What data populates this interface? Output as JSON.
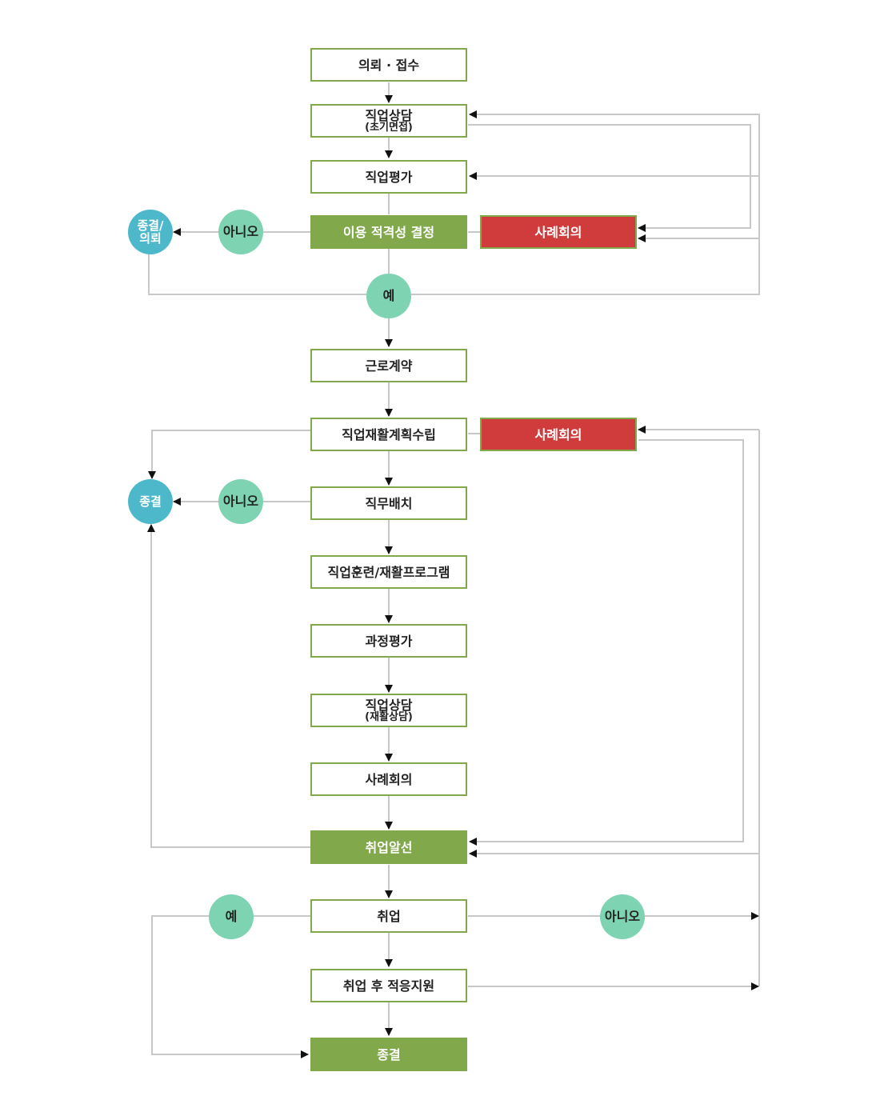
{
  "colors": {
    "box_border": "#82a84c",
    "decision_fill": "#82a84c",
    "case_conference_fill": "#d03c3c",
    "branch_circle": "#7dd3b2",
    "terminal_circle": "#4cb8c9",
    "connector": "#c8c8c8",
    "arrow": "#111111"
  },
  "steps": {
    "referral": "의뢰 · 접수",
    "counseling_initial": {
      "title": "직업상담",
      "sub": "(초기면접)"
    },
    "vocational_eval": "직업평가",
    "eligibility": "이용 적격성 결정",
    "case_meeting_1": "사례회의",
    "labor_contract": "근로계약",
    "rehab_plan": "직업재활계획수립",
    "case_meeting_2": "사례회의",
    "job_placement": "직무배치",
    "training": "직업훈련/재활프로그램",
    "process_eval": "과정평가",
    "counseling_rehab": {
      "title": "직업상담",
      "sub": "(재활상담)"
    },
    "case_meeting_3": "사례회의",
    "job_matching": "취업알선",
    "employment": "취업",
    "post_support": "취업 후 적응지원",
    "closure": "종결"
  },
  "branches": {
    "no_1": "아니오",
    "yes_1": "예",
    "no_2": "아니오",
    "yes_2": "예",
    "no_3": "아니오"
  },
  "terminals": {
    "end_or_refer_1": "종결/",
    "end_or_refer_2": "의뢰",
    "end": "종결"
  }
}
